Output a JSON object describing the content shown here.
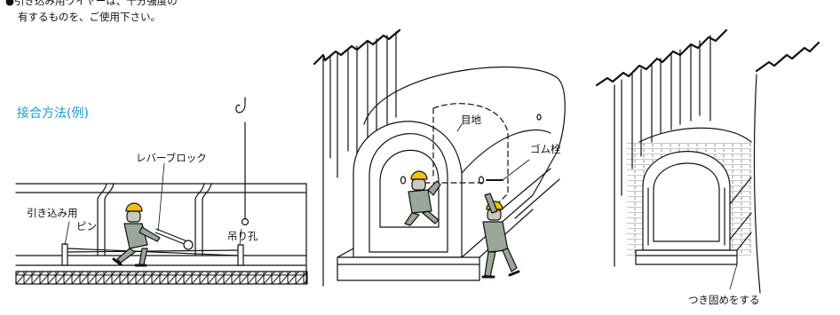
{
  "note": {
    "line1": "●引き込み用ワイヤーは、十分強度の",
    "line2": "有するものを、ご使用下さい。"
  },
  "section_title": "接合方法(例)",
  "labels": {
    "lever_block": "レバーブロック",
    "pull_pin_line1": "引き込み用",
    "pull_pin_line2": "ピン",
    "lifting_hole": "吊り孔",
    "joint": "目地",
    "rubber_plug": "ゴム栓",
    "tamping": "つき固めをする"
  },
  "colors": {
    "title": "#1d9ad6",
    "helmet": "#f2c200",
    "worker": "#9aa69a",
    "ink": "#111111"
  }
}
